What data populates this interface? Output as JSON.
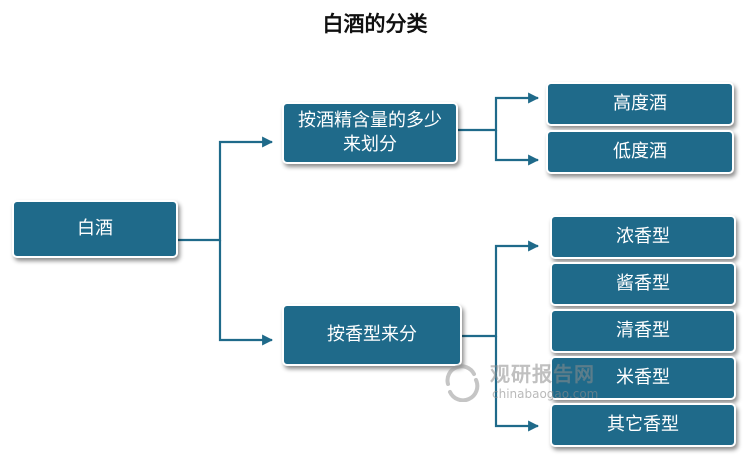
{
  "title": "白酒的分类",
  "root": {
    "label": "白酒"
  },
  "branches": [
    {
      "label": "按酒精含量的多少来划分",
      "children": [
        "高度酒",
        "低度酒"
      ]
    },
    {
      "label": "按香型来分",
      "children": [
        "浓香型",
        "酱香型",
        "清香型",
        "米香型",
        "其它香型"
      ]
    }
  ],
  "watermark": {
    "cn": "观研报告网",
    "en": "chinabaogao.com"
  },
  "colors": {
    "node": "#1f6a8a",
    "connector": "#1f6a8a",
    "node_border": "#ffffff"
  }
}
